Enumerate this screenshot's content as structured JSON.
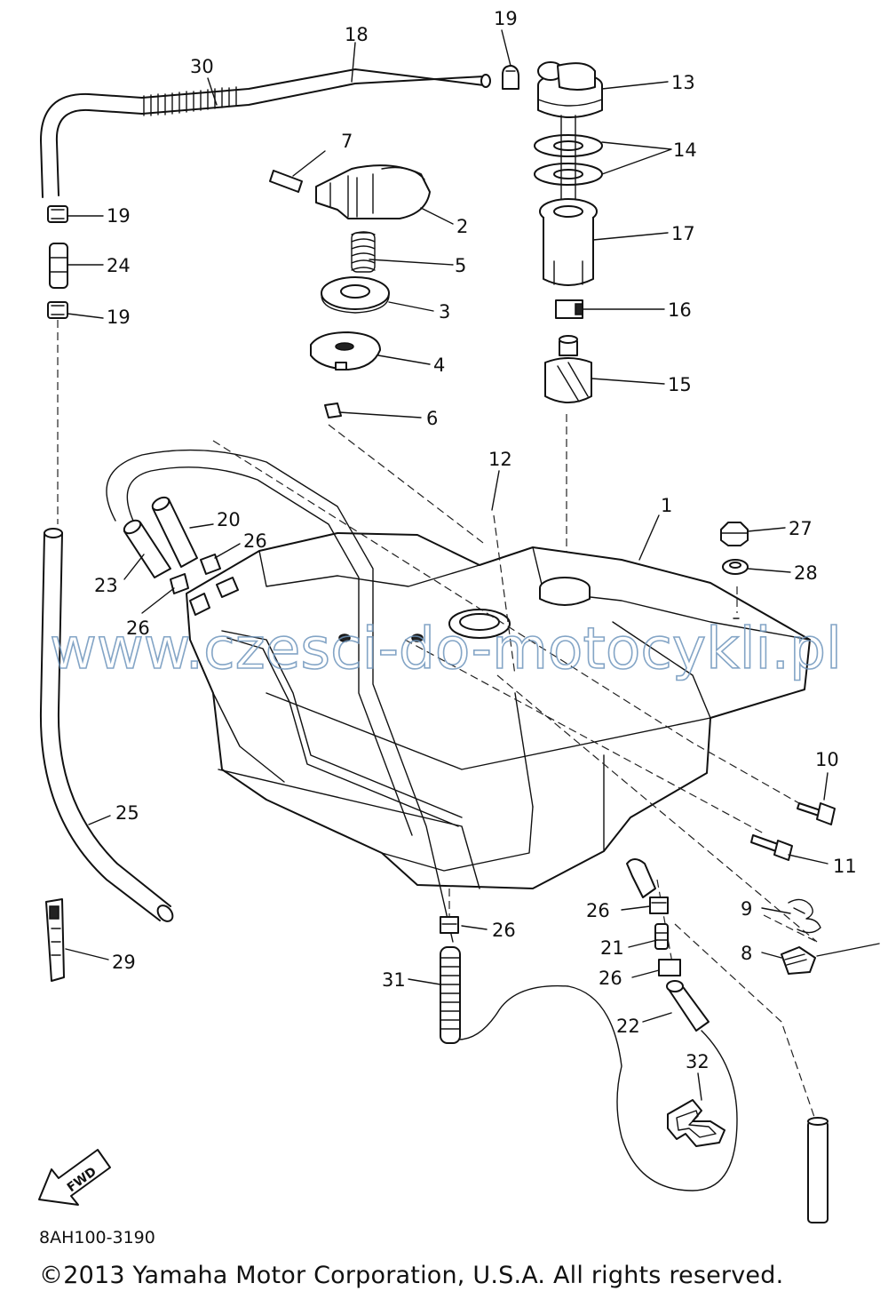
{
  "callouts": {
    "c1": "1",
    "c2": "2",
    "c3": "3",
    "c4": "4",
    "c5": "5",
    "c6": "6",
    "c7": "7",
    "c8": "8",
    "c9": "9",
    "c10": "10",
    "c11": "11",
    "c12": "12",
    "c13": "13",
    "c14": "14",
    "c15": "15",
    "c16": "16",
    "c17": "17",
    "c18": "18",
    "c19a": "19",
    "c19b": "19",
    "c19c": "19",
    "c20": "20",
    "c21": "21",
    "c22": "22",
    "c23": "23",
    "c24": "24",
    "c25": "25",
    "c26a": "26",
    "c26b": "26",
    "c26c": "26",
    "c26d": "26",
    "c26e": "26",
    "c27": "27",
    "c28": "28",
    "c29": "29",
    "c30": "30",
    "c31": "31",
    "c32": "32"
  },
  "fwd_label": "FWD",
  "watermark": "www.czesci-do-motocykli.pl",
  "diagram_code": "8AH100-3190",
  "copyright": "©2013 Yamaha Motor Corporation, U.S.A. All rights reserved."
}
